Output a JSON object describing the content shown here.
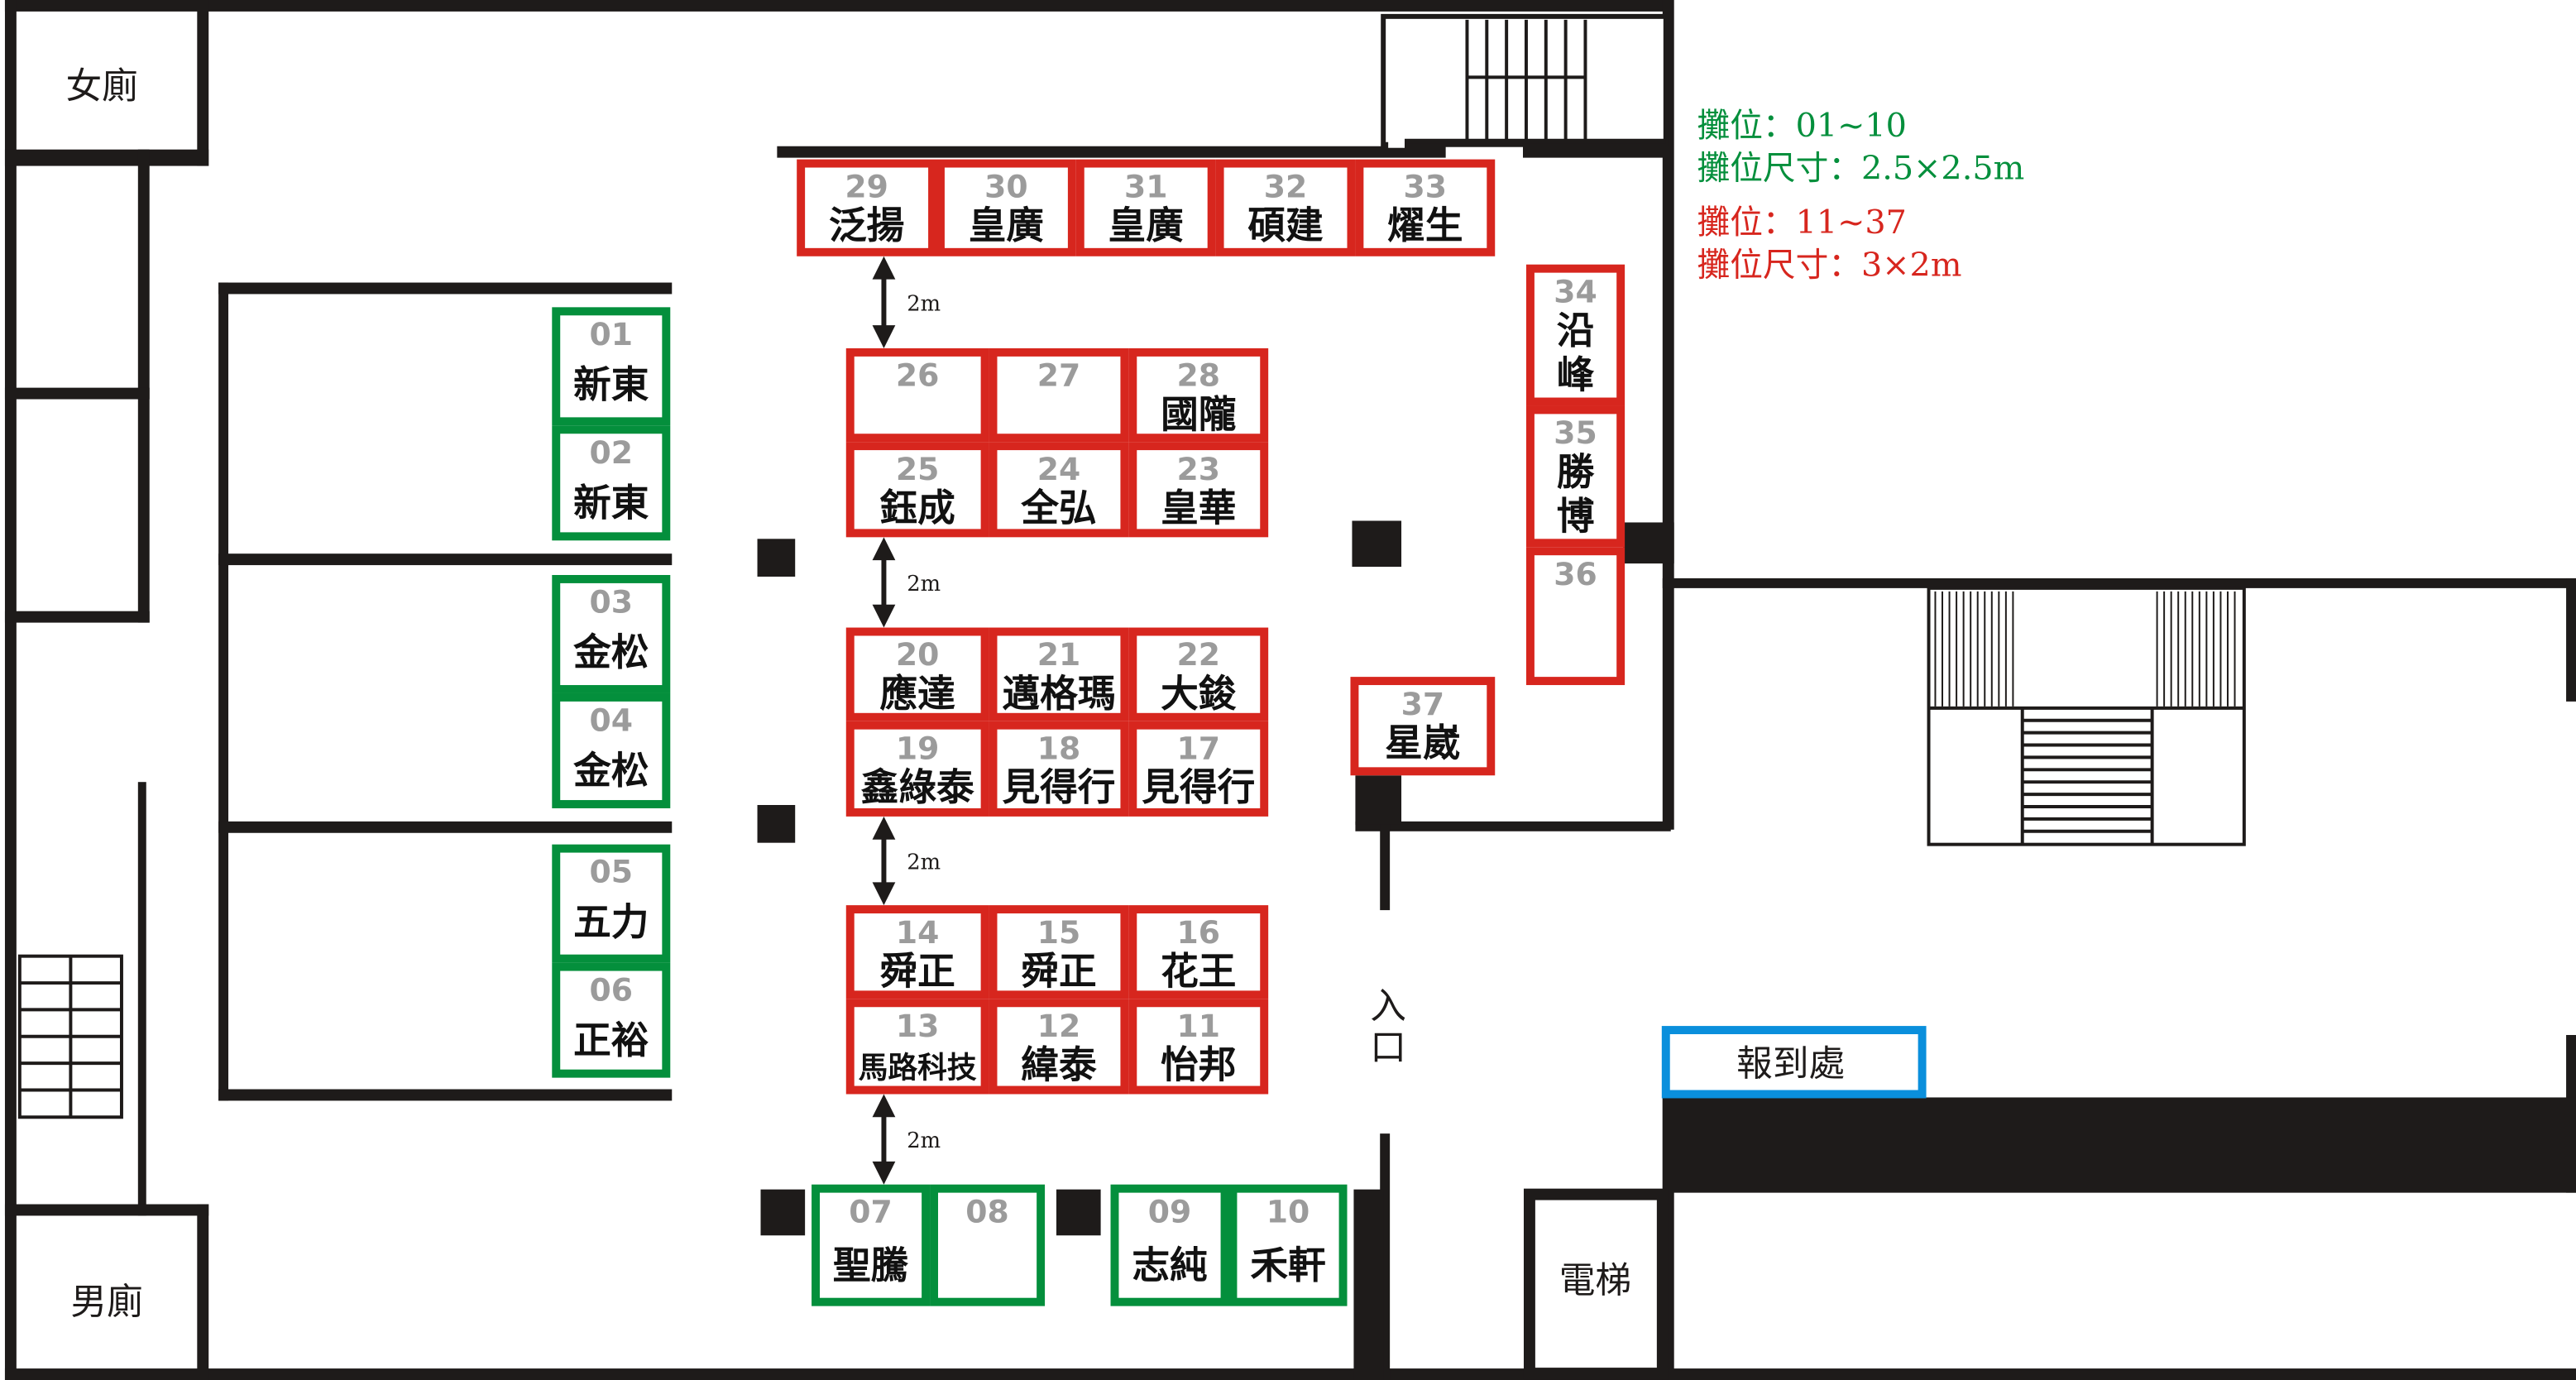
{
  "colors": {
    "green_booth": "#048f3c",
    "red_booth": "#d7261e",
    "checkin_blue": "#0a8fdc",
    "wall": "#1e1b1a",
    "booth_number": "#9b9b9b"
  },
  "legend": {
    "green_range": "攤位：01~10",
    "green_size": "攤位尺寸：2.5×2.5m",
    "red_range": "攤位：11~37",
    "red_size": "攤位尺寸：3×2m"
  },
  "rooms": {
    "womens_restroom": "女廁",
    "mens_restroom": "男廁",
    "elevator": "電梯",
    "entrance": "入口",
    "checkin": "報到處"
  },
  "aisle_label": "2m",
  "booths": [
    {
      "num": "01",
      "name": "新東",
      "type": "green"
    },
    {
      "num": "02",
      "name": "新東",
      "type": "green"
    },
    {
      "num": "03",
      "name": "金松",
      "type": "green"
    },
    {
      "num": "04",
      "name": "金松",
      "type": "green"
    },
    {
      "num": "05",
      "name": "五力",
      "type": "green"
    },
    {
      "num": "06",
      "name": "正裕",
      "type": "green"
    },
    {
      "num": "07",
      "name": "聖騰",
      "type": "green"
    },
    {
      "num": "08",
      "name": "",
      "type": "green"
    },
    {
      "num": "09",
      "name": "志純",
      "type": "green"
    },
    {
      "num": "10",
      "name": "禾軒",
      "type": "green"
    },
    {
      "num": "11",
      "name": "怡邦",
      "type": "red"
    },
    {
      "num": "12",
      "name": "緯泰",
      "type": "red"
    },
    {
      "num": "13",
      "name": "馬路科技",
      "type": "red"
    },
    {
      "num": "14",
      "name": "舜正",
      "type": "red"
    },
    {
      "num": "15",
      "name": "舜正",
      "type": "red"
    },
    {
      "num": "16",
      "name": "花王",
      "type": "red"
    },
    {
      "num": "17",
      "name": "見得行",
      "type": "red"
    },
    {
      "num": "18",
      "name": "見得行",
      "type": "red"
    },
    {
      "num": "19",
      "name": "鑫綠泰",
      "type": "red"
    },
    {
      "num": "20",
      "name": "應達",
      "type": "red"
    },
    {
      "num": "21",
      "name": "邁格瑪",
      "type": "red"
    },
    {
      "num": "22",
      "name": "大鋑",
      "type": "red"
    },
    {
      "num": "23",
      "name": "皇華",
      "type": "red"
    },
    {
      "num": "24",
      "name": "全弘",
      "type": "red"
    },
    {
      "num": "25",
      "name": "鈺成",
      "type": "red"
    },
    {
      "num": "26",
      "name": "",
      "type": "red"
    },
    {
      "num": "27",
      "name": "",
      "type": "red"
    },
    {
      "num": "28",
      "name": "國隴",
      "type": "red"
    },
    {
      "num": "29",
      "name": "泛揚",
      "type": "red"
    },
    {
      "num": "30",
      "name": "皇廣",
      "type": "red"
    },
    {
      "num": "31",
      "name": "皇廣",
      "type": "red"
    },
    {
      "num": "32",
      "name": "碩建",
      "type": "red"
    },
    {
      "num": "33",
      "name": "燿生",
      "type": "red"
    },
    {
      "num": "34",
      "name": "沿峰",
      "type": "red"
    },
    {
      "num": "35",
      "name": "勝博",
      "type": "red"
    },
    {
      "num": "36",
      "name": "",
      "type": "red"
    },
    {
      "num": "37",
      "name": "星崴",
      "type": "red"
    }
  ]
}
